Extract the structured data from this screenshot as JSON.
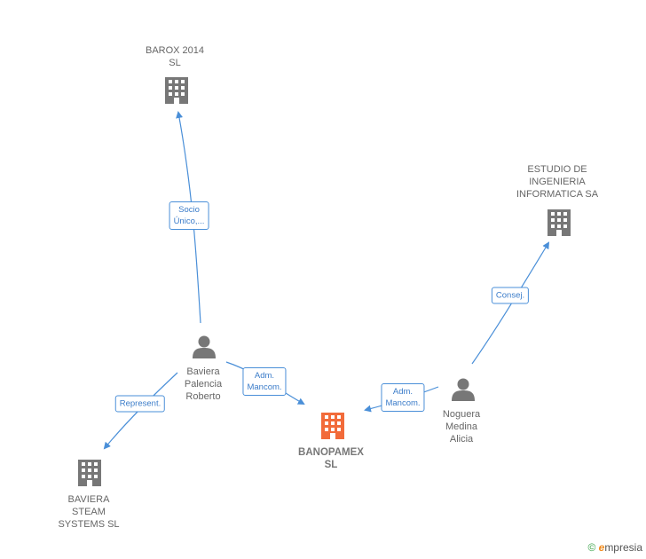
{
  "nodes": {
    "barox": {
      "label": "BAROX 2014\nSL",
      "type": "company"
    },
    "estudio": {
      "label": "ESTUDIO DE\nINGENIERIA\nINFORMATICA SA",
      "type": "company"
    },
    "baviera_roberto": {
      "label": "Baviera\nPalencia\nRoberto",
      "type": "person"
    },
    "noguera": {
      "label": "Noguera\nMedina\nAlicia",
      "type": "person"
    },
    "banopamex": {
      "label": "BANOPAMEX\nSL",
      "type": "company-main"
    },
    "baviera_steam": {
      "label": "BAVIERA\nSTEAM\nSYSTEMS  SL",
      "type": "company"
    }
  },
  "edges": {
    "socio": "Socio\nÚnico,...",
    "consej": "Consej.",
    "adm1": "Adm.\nMancom.",
    "adm2": "Adm.\nMancom.",
    "represent": "Represent."
  },
  "footer": {
    "copyright": "©",
    "brand_initial": "e",
    "brand_rest": "mpresia"
  },
  "colors": {
    "edge": "#4a8fd8",
    "company_icon": "#777777",
    "main_icon": "#f26b3a",
    "person_icon": "#777777"
  }
}
